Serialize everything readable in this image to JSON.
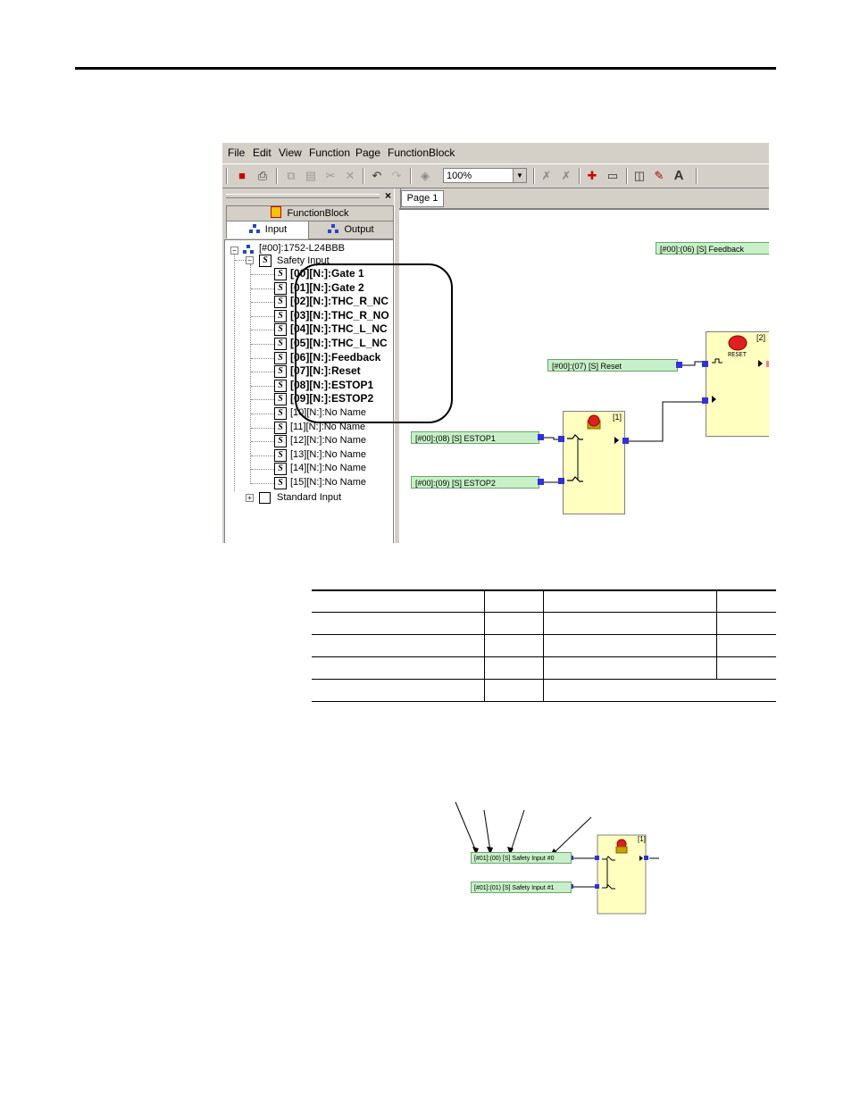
{
  "menu": {
    "file": "File",
    "edit": "Edit",
    "view": "View",
    "function": "Function",
    "page": "Page",
    "functionblock": "FunctionBlock"
  },
  "toolbar": {
    "zoom_value": "100%",
    "icons": [
      "new-icon",
      "print-icon",
      "copy-icon",
      "paste-icon",
      "cut-icon",
      "delete-icon",
      "undo-icon",
      "redo-icon",
      "find-icon",
      "combo-icon",
      "disable-icon",
      "disable2-icon",
      "add-page-icon",
      "remove-page-icon",
      "export-icon",
      "edit-icon",
      "text-icon"
    ],
    "text_button": "A"
  },
  "left_panel": {
    "close": "×",
    "functionblock_tab": "FunctionBlock",
    "input_tab": "Input",
    "output_tab": "Output",
    "tree": {
      "root": "[#00]:1752-L24BBB",
      "safety_input": "Safety Input",
      "items": [
        {
          "label": "[00][N:]:Gate 1",
          "bold": true
        },
        {
          "label": "[01][N:]:Gate 2",
          "bold": true
        },
        {
          "label": "[02][N:]:THC_R_NC",
          "bold": true
        },
        {
          "label": "[03][N:]:THC_R_NO",
          "bold": true
        },
        {
          "label": "[04][N:]:THC_L_NC",
          "bold": true
        },
        {
          "label": "[05][N:]:THC_L_NC",
          "bold": true
        },
        {
          "label": "[06][N:]:Feedback",
          "bold": true
        },
        {
          "label": "[07][N:]:Reset",
          "bold": true
        },
        {
          "label": "[08][N:]:ESTOP1",
          "bold": true
        },
        {
          "label": "[09][N:]:ESTOP2",
          "bold": true
        },
        {
          "label": "[10][N:]:No Name",
          "bold": false
        },
        {
          "label": "[11][N:]:No Name",
          "bold": false
        },
        {
          "label": "[12][N:]:No Name",
          "bold": false
        },
        {
          "label": "[13][N:]:No Name",
          "bold": false
        },
        {
          "label": "[14][N:]:No Name",
          "bold": false
        },
        {
          "label": "[15][N:]:No Name",
          "bold": false
        }
      ],
      "standard_input": "Standard Input"
    }
  },
  "canvas": {
    "page_tab": "Page 1",
    "tags": {
      "feedback": "[#00]:(06) [S] Feedback",
      "reset": "[#00]:(07) [S] Reset",
      "estop1": "[#00]:(08) [S] ESTOP1",
      "estop2": "[#00]:(09) [S] ESTOP2"
    },
    "block1_index": "[1]",
    "block2_index": "[2]",
    "reset_label": "RESET"
  },
  "diagram2": {
    "tag1": "[#01]:(00) [S] Safety Input #0",
    "tag2": "[#01]:(01) [S] Safety Input #1",
    "block_index": "[1]"
  },
  "colors": {
    "tag_fill": "#c8f0c8",
    "block_fill": "#ffffc0",
    "connector": "#3030e0",
    "annotation_oval": "#000000"
  }
}
